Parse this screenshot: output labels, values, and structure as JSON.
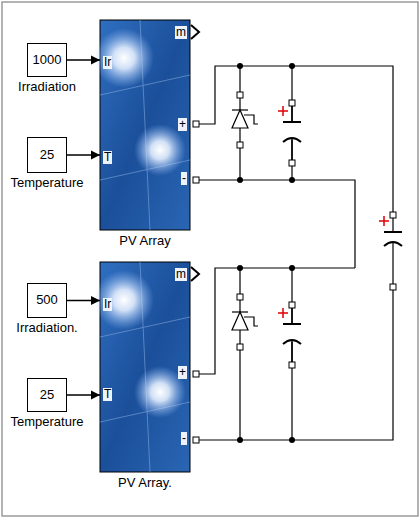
{
  "diagram": {
    "nodes": [
      {
        "text": [
          "1000",
          "Irradiation"
        ]
      },
      {
        "text": [
          "Ir",
          "T",
          "m",
          "+",
          "-",
          "PV Array"
        ]
      },
      {
        "text": [
          "25",
          "Temperature"
        ]
      },
      {
        "text": [
          "500",
          "Irradiation."
        ]
      },
      {
        "text": [
          "Ir",
          "T",
          "m",
          "+",
          "-",
          "PV Array."
        ]
      },
      {
        "text": [
          "25",
          "Temperature"
        ]
      }
    ],
    "edges": [
      {
        "from": 0,
        "to": 1,
        "arrow": "to"
      },
      {
        "from": 2,
        "to": 1,
        "arrow": "to"
      },
      {
        "from": 3,
        "to": 4,
        "arrow": "to"
      },
      {
        "from": 5,
        "to": 4,
        "arrow": "to"
      }
    ]
  }
}
